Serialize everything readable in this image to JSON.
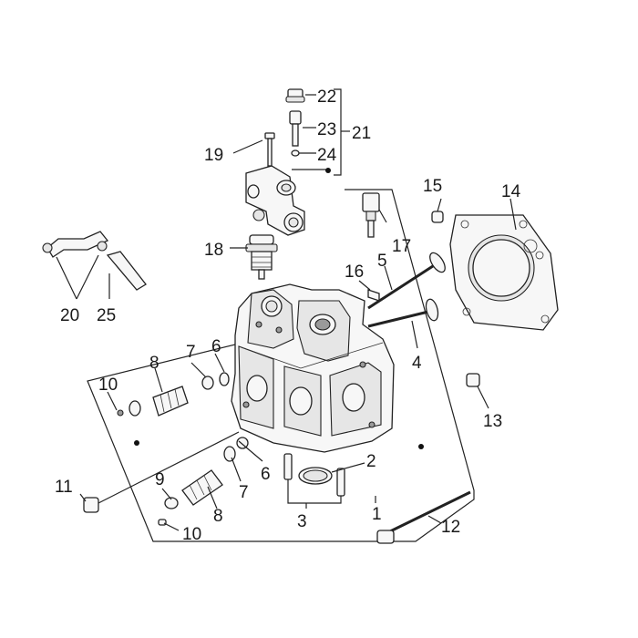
{
  "diagram": {
    "callouts": [
      {
        "id": "c1",
        "text": "1"
      },
      {
        "id": "c2",
        "text": "2"
      },
      {
        "id": "c3",
        "text": "3"
      },
      {
        "id": "c4",
        "text": "4"
      },
      {
        "id": "c5",
        "text": "5"
      },
      {
        "id": "c6a",
        "text": "6"
      },
      {
        "id": "c6b",
        "text": "6"
      },
      {
        "id": "c7a",
        "text": "7"
      },
      {
        "id": "c7b",
        "text": "7"
      },
      {
        "id": "c8a",
        "text": "8"
      },
      {
        "id": "c8b",
        "text": "8"
      },
      {
        "id": "c9",
        "text": "9"
      },
      {
        "id": "c10a",
        "text": "10"
      },
      {
        "id": "c10b",
        "text": "10"
      },
      {
        "id": "c11",
        "text": "11"
      },
      {
        "id": "c12",
        "text": "12"
      },
      {
        "id": "c13",
        "text": "13"
      },
      {
        "id": "c14",
        "text": "14"
      },
      {
        "id": "c15",
        "text": "15"
      },
      {
        "id": "c16",
        "text": "16"
      },
      {
        "id": "c17",
        "text": "17"
      },
      {
        "id": "c18",
        "text": "18"
      },
      {
        "id": "c19",
        "text": "19"
      },
      {
        "id": "c20",
        "text": "20"
      },
      {
        "id": "c21",
        "text": "21"
      },
      {
        "id": "c22",
        "text": "22"
      },
      {
        "id": "c23",
        "text": "23"
      },
      {
        "id": "c24",
        "text": "24"
      },
      {
        "id": "c25",
        "text": "25"
      }
    ]
  }
}
